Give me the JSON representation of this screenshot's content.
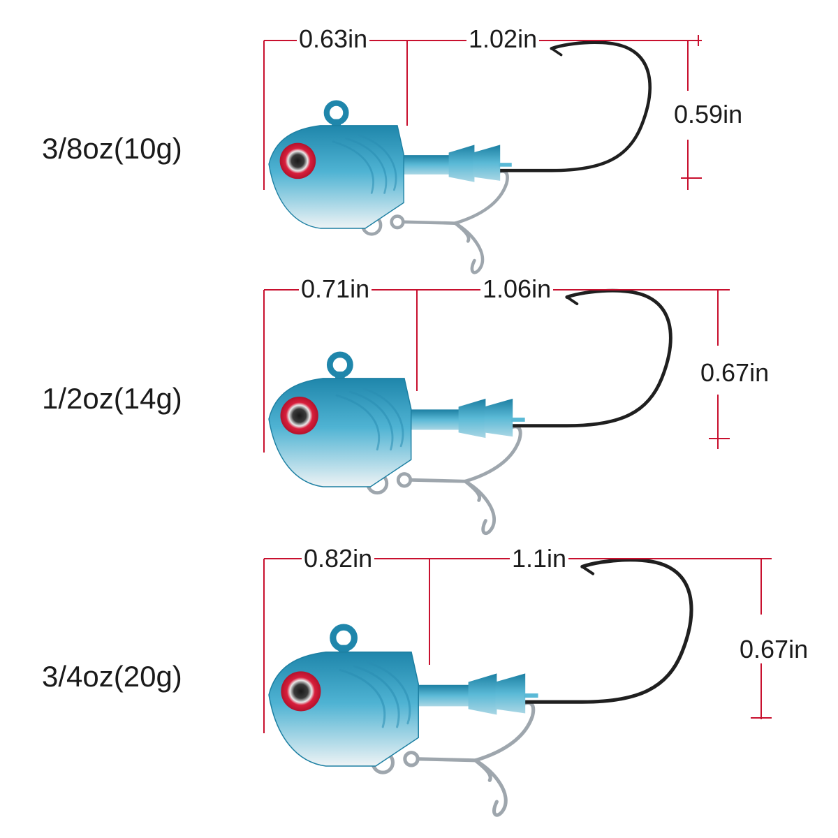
{
  "colors": {
    "dimension_line": "#c8102e",
    "jig_body": "#2f9fc4",
    "jig_belly": "#e6eef2",
    "eye_ring": "#d81f3c",
    "hook": "#1f1f1f",
    "treble": "#9ea6ad",
    "text": "#1a1a1a"
  },
  "jigs": [
    {
      "weight": "3/8oz(10g)",
      "head_length": "0.63in",
      "hook_length": "1.02in",
      "hook_gap": "0.59in"
    },
    {
      "weight": "1/2oz(14g)",
      "head_length": "0.71in",
      "hook_length": "1.06in",
      "hook_gap": "0.67in"
    },
    {
      "weight": "3/4oz(20g)",
      "head_length": "0.82in",
      "hook_length": "1.1in",
      "hook_gap": "0.67in"
    }
  ]
}
